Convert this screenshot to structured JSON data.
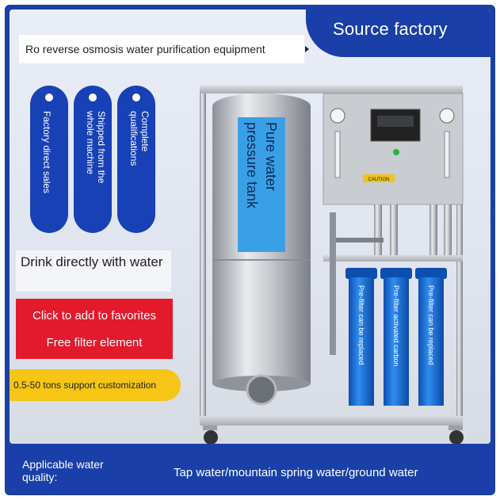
{
  "header": {
    "product_caption": "Ro reverse osmosis water purification equipment",
    "corner_badge": "Source factory"
  },
  "feature_pills": [
    {
      "label": "Factory direct sales"
    },
    {
      "label": "Shipped from the\nwhole machine"
    },
    {
      "label": "Complete\nqualifications"
    }
  ],
  "drink_note": "Drink directly with water",
  "promo": {
    "favorites": "Click to add to favorites",
    "gift": "Free filter element"
  },
  "customization": "0.5-50 tons support customization",
  "tank_label": "Pure water pressure tank",
  "filters": [
    {
      "label": "Pre-filter can be replaced"
    },
    {
      "label": "Pre-filter activated carbon"
    },
    {
      "label": "Pre-filter can be replaced"
    }
  ],
  "panel_sign": "CAUTION",
  "footer": {
    "label": "Applicable water quality:",
    "value": "Tap water/mountain spring water/ground water"
  },
  "colors": {
    "brand_blue": "#1a3fa8",
    "promo_red": "#e3192c",
    "accent_yellow": "#f6c515",
    "filter_blue": "#1a6fd6",
    "tank_label_blue": "#3aa0e6"
  }
}
